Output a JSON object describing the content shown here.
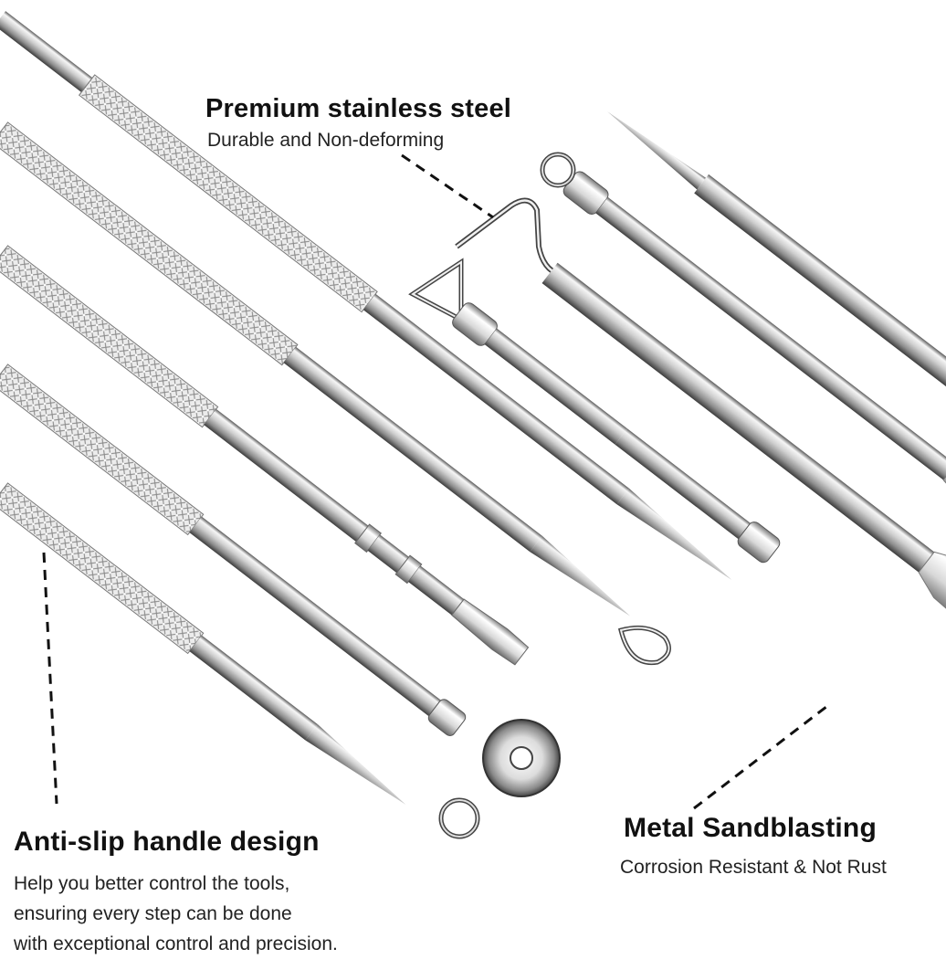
{
  "callouts": {
    "steel": {
      "title": "Premium stainless steel",
      "subtitle": "Durable and Non-deforming"
    },
    "sandblast": {
      "title": "Metal Sandblasting",
      "subtitle": "Corrosion Resistant & Not Rust"
    },
    "antislip": {
      "title": "Anti-slip handle design",
      "lines": [
        "Help you better control the tools,",
        "ensuring every step can be done",
        "with exceptional control and precision."
      ]
    }
  },
  "colors": {
    "background": "#ffffff",
    "steel_light": "#f4f4f4",
    "steel_mid": "#b8b8b8",
    "steel_dark": "#4a4a4a",
    "text": "#111111"
  },
  "icons": [
    "knurled-needle-tool",
    "loop-extractor-tool",
    "spoon-extractor-tool",
    "hook-tool",
    "triangle-loop-tool",
    "spatula-tool",
    "lancet-tool"
  ]
}
